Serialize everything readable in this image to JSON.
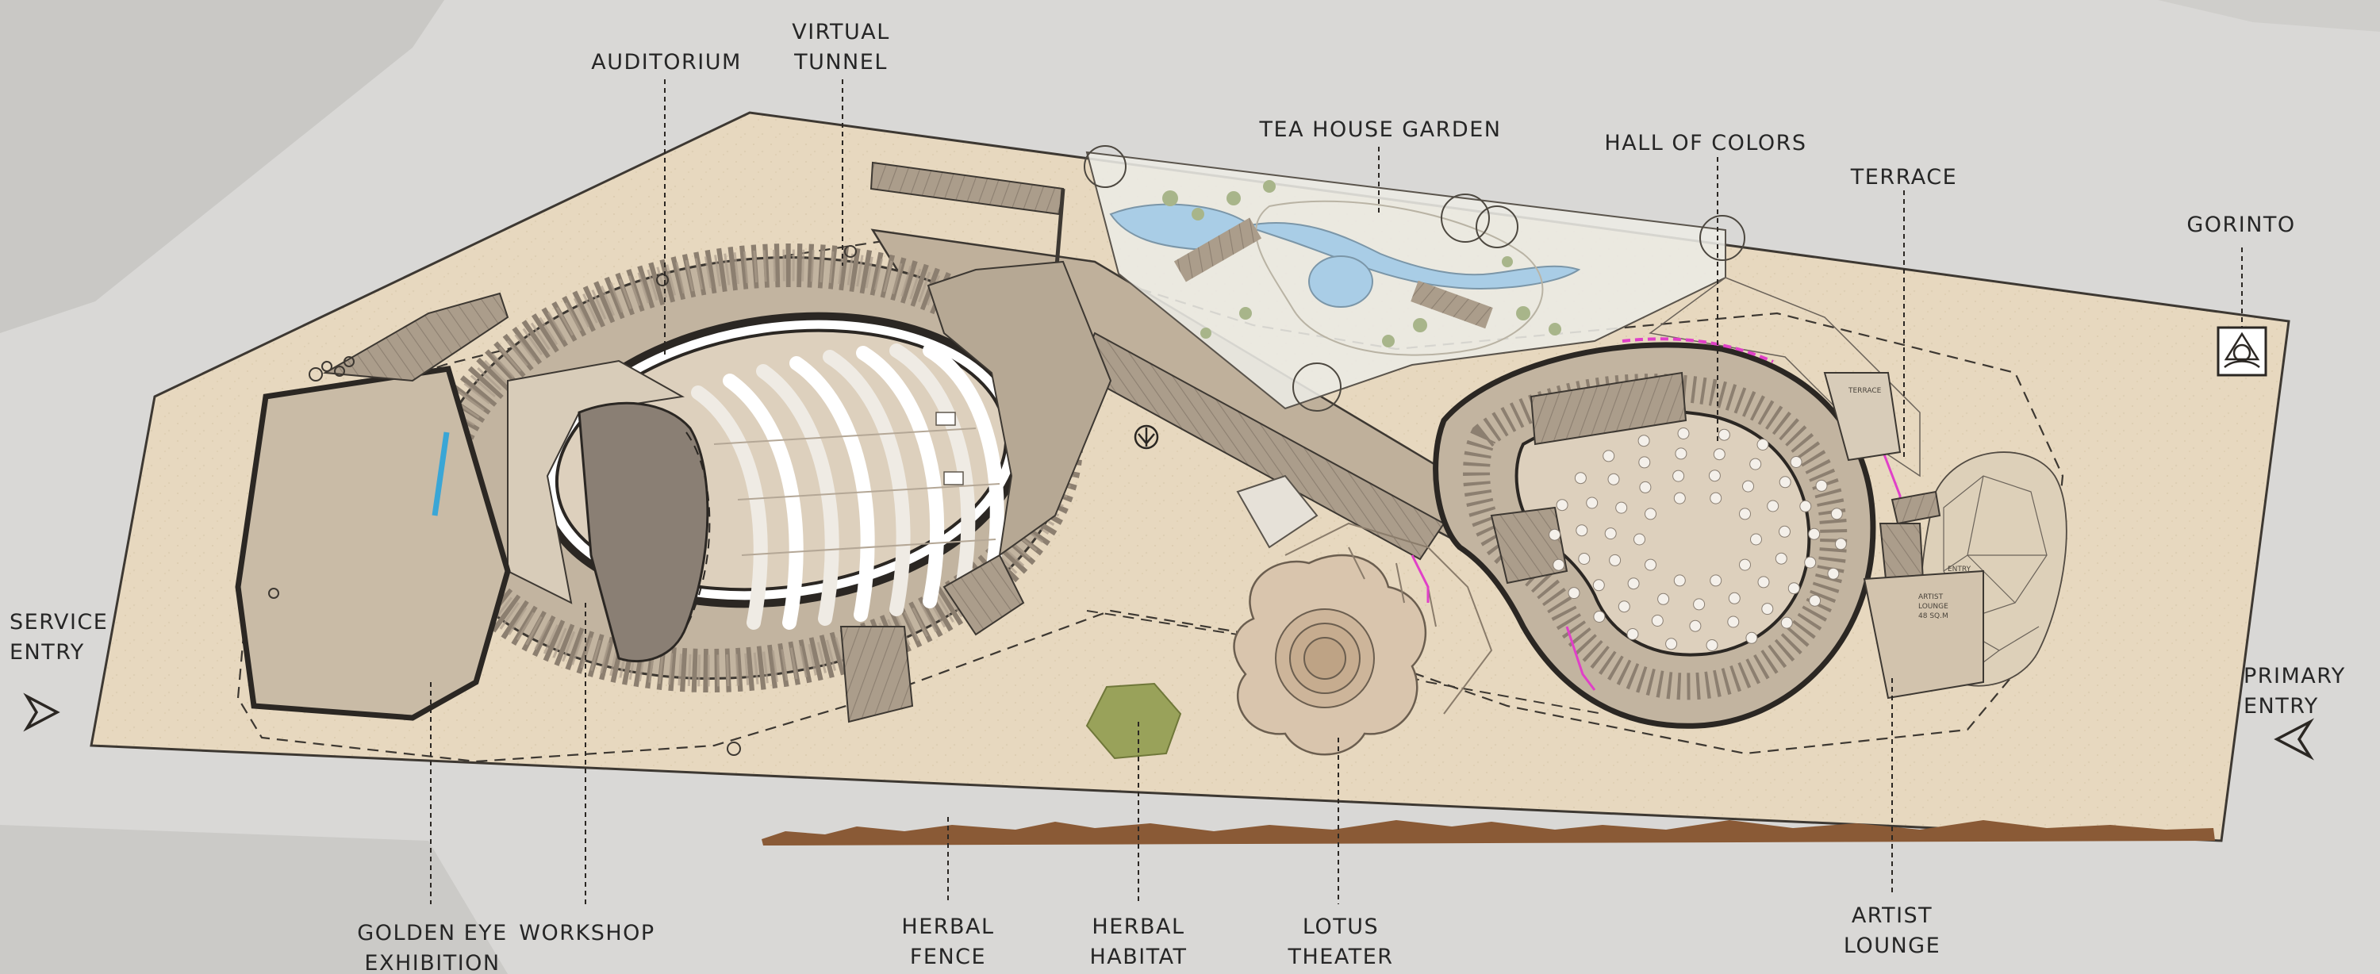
{
  "labels": {
    "auditorium": [
      "AUDITORIUM"
    ],
    "virtual_tunnel": [
      "VIRTUAL",
      "TUNNEL"
    ],
    "tea_house_garden": [
      "TEA HOUSE GARDEN"
    ],
    "hall_of_colors": [
      "HALL OF COLORS"
    ],
    "terrace": [
      "TERRACE"
    ],
    "gorinto": [
      "GORINTO"
    ],
    "service_entry": [
      "SERVICE",
      "ENTRY"
    ],
    "primary_entry": [
      "PRIMARY",
      "ENTRY"
    ],
    "golden_eye_exhibition": [
      "GOLDEN EYE",
      "EXHIBITION"
    ],
    "workshop": [
      "WORKSHOP"
    ],
    "herbal_fence": [
      "HERBAL",
      "FENCE"
    ],
    "herbal_habitat": [
      "HERBAL",
      "HABITAT"
    ],
    "lotus_theater": [
      "LOTUS",
      "THEATER"
    ],
    "artist_lounge": [
      "ARTIST",
      "LOUNGE"
    ]
  },
  "small_text": {
    "terrace_tag": "TERRACE",
    "entry_tag": "ENTRY",
    "artist_lounge_tag": [
      "ARTIST",
      "LOUNGE",
      "48 SQ.M"
    ]
  },
  "colors": {
    "background": "#d7d7d5",
    "site": "#eadbc3",
    "floor": "#c2b4a0",
    "stair": "#ad9f8d",
    "dark_stage": "#8a7f74",
    "herbal_habitat": "#99a25a",
    "herbal_fence": "#8a5a36",
    "water": "#a9cde6",
    "glass_accent": "#3aa6d6",
    "color_hall_accent": "#e040c8",
    "label_text": "#262626"
  },
  "icons": [
    "service-entry-arrow-icon",
    "primary-entry-arrow-icon",
    "gorinto-symbol-icon",
    "tree-icon"
  ]
}
